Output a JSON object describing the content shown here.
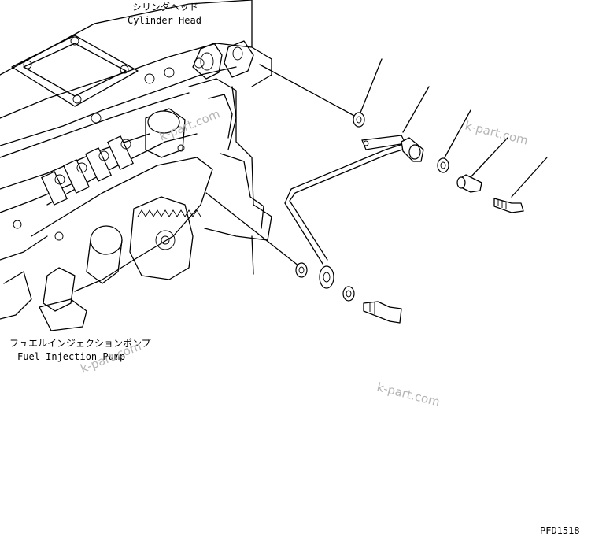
{
  "labels": {
    "cylinder_head_jp": "シリンダヘッド",
    "cylinder_head_en": "Cylinder Head",
    "fuel_pump_jp": "フュエルインジェクションポンプ",
    "fuel_pump_en": "Fuel Injection Pump",
    "drawing_code": "PFD1518"
  },
  "watermarks": [
    "k-part.com",
    "k-part.com",
    "k-part.com",
    "k-part.com"
  ],
  "colors": {
    "line": "#000000",
    "background": "#ffffff",
    "watermark": "#b5b5b5"
  }
}
